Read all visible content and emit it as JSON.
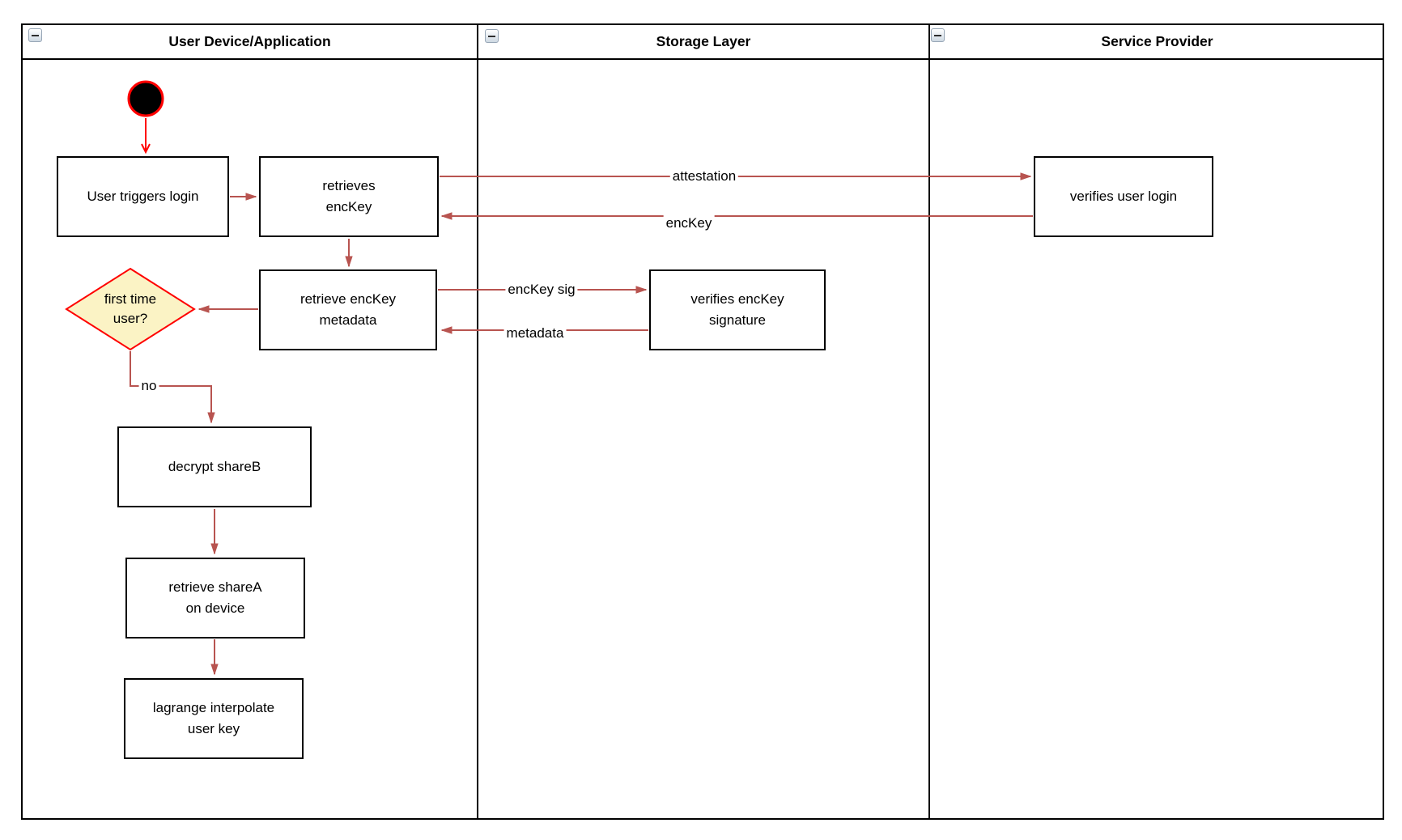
{
  "diagram_type": "uml-activity-swimlane-diagram",
  "colors": {
    "edge_red": "#B85450",
    "highlight_red": "#FF0000",
    "decision_fill": "#FBF3C5",
    "node_fill": "#FFFFFF",
    "border": "#000000"
  },
  "lanes": [
    {
      "title": "User Device/Application",
      "collapse_icon": "minus"
    },
    {
      "title": "Storage Layer",
      "collapse_icon": "minus"
    },
    {
      "title": "Service Provider",
      "collapse_icon": "minus"
    }
  ],
  "nodes": {
    "start": {
      "type": "initial-node"
    },
    "user_triggers_login": {
      "lines": [
        "User triggers login"
      ]
    },
    "retrieves_enckey": {
      "lines": [
        "retrieves",
        "encKey"
      ]
    },
    "retrieve_enckey_metadata": {
      "lines": [
        "retrieve encKey",
        "metadata"
      ]
    },
    "first_time_user": {
      "type": "decision",
      "lines": [
        "first time",
        "user?"
      ]
    },
    "decrypt_shareb": {
      "lines": [
        "decrypt shareB"
      ]
    },
    "retrieve_sharea": {
      "lines": [
        "retrieve shareA",
        "on device"
      ]
    },
    "lagrange_interpolate": {
      "lines": [
        "lagrange interpolate",
        "user key"
      ]
    },
    "verifies_enckey_signature": {
      "lines": [
        "verifies encKey",
        "signature"
      ]
    },
    "verifies_user_login": {
      "lines": [
        "verifies user login"
      ]
    }
  },
  "edges": {
    "start_flow": {
      "from": "start",
      "to": "user_triggers_login"
    },
    "login_flow": {
      "from": "user_triggers_login",
      "to": "retrieves_enckey"
    },
    "attestation": {
      "from": "retrieves_enckey",
      "to": "verifies_user_login",
      "label": "attestation"
    },
    "enckey": {
      "from": "verifies_user_login",
      "to": "retrieves_enckey",
      "label": "encKey"
    },
    "to_metadata": {
      "from": "retrieves_enckey",
      "to": "retrieve_enckey_metadata"
    },
    "enckey_sig": {
      "from": "retrieve_enckey_metadata",
      "to": "verifies_enckey_signature",
      "label": "encKey sig"
    },
    "metadata": {
      "from": "verifies_enckey_signature",
      "to": "retrieve_enckey_metadata",
      "label": "metadata"
    },
    "to_decision": {
      "from": "retrieve_enckey_metadata",
      "to": "first_time_user"
    },
    "no": {
      "from": "first_time_user",
      "to": "decrypt_shareb",
      "label": "no"
    },
    "to_sharea": {
      "from": "decrypt_shareb",
      "to": "retrieve_sharea"
    },
    "to_lagrange": {
      "from": "retrieve_sharea",
      "to": "lagrange_interpolate"
    }
  }
}
